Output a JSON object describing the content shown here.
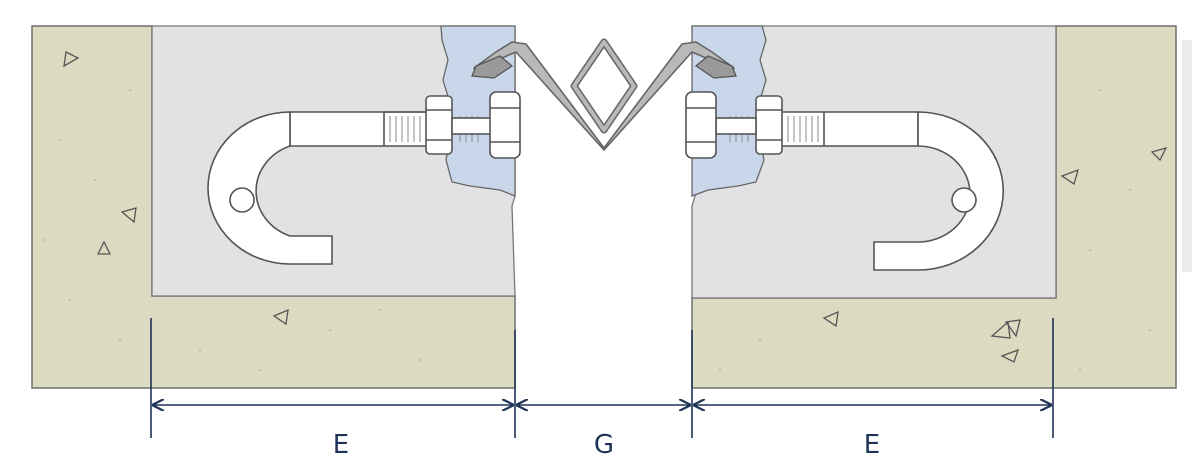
{
  "colors": {
    "concrete": "#dcdac0",
    "concrete_stroke": "#6f6f6f",
    "block_fill": "#e2e2e4",
    "rail_fill": "#c9d7ea",
    "seal_fill": "#b9b9b9",
    "seal_stroke": "#666666",
    "hardware_stroke": "#555555",
    "dimension_line": "#1f3356",
    "right_panel": "#ebebeb"
  },
  "dimensions": {
    "left_edge_label": "E",
    "gap_label": "G",
    "right_edge_label": "E"
  }
}
